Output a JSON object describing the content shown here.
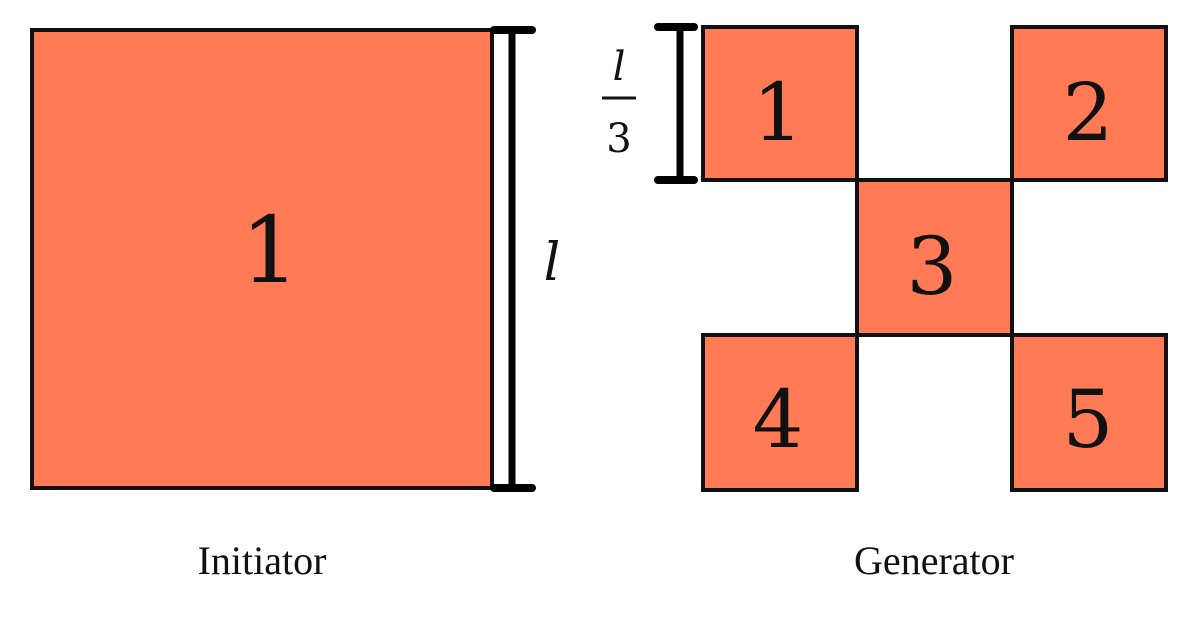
{
  "colors": {
    "fill": "#FF7A55",
    "stroke": "#111111"
  },
  "initiator": {
    "square_label": "1",
    "side_label": "l",
    "caption": "Initiator"
  },
  "generator": {
    "square_labels": [
      "1",
      "2",
      "3",
      "4",
      "5"
    ],
    "side_label_numerator": "l",
    "side_label_denominator": "3",
    "caption": "Generator"
  }
}
